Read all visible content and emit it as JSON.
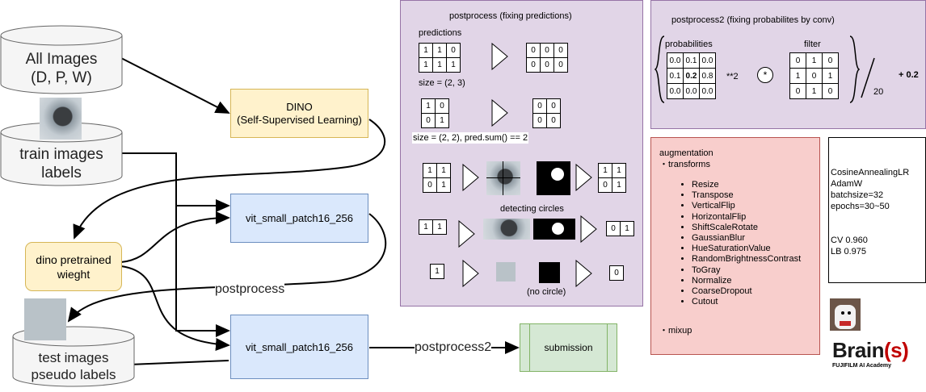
{
  "left": {
    "all_images": "All Images\n(D, P, W)",
    "all_images_l1": "All Images",
    "all_images_l2": "(D, P, W)",
    "train_l1": "train images",
    "train_l2": "labels",
    "test_l1": "test images",
    "test_l2": "pseudo labels",
    "dino_l1": "DINO",
    "dino_l2": "(Self-Supervised Learning)",
    "vit1": "vit_small_patch16_256",
    "vit2": "vit_small_patch16_256",
    "dinow_l1": "dino pretrained",
    "dinow_l2": "wieght",
    "postprocess": "postprocess",
    "postprocess2": "postprocess2",
    "submission": "submission"
  },
  "pp1": {
    "title": "postprocess (fixing predictions)",
    "predictions": "predictions",
    "g1_in": [
      [
        "1",
        "1",
        "0"
      ],
      [
        "1",
        "1",
        "1"
      ]
    ],
    "g1_out": [
      [
        "0",
        "0",
        "0"
      ],
      [
        "0",
        "0",
        "0"
      ]
    ],
    "size1": "size = (2, 3)",
    "g2_in": [
      [
        "1",
        "0"
      ],
      [
        "0",
        "1"
      ]
    ],
    "g2_out": [
      [
        "0",
        "0"
      ],
      [
        "0",
        "0"
      ]
    ],
    "size2": "size = (2, 2), pred.sum() == 2",
    "g3_in": [
      [
        "1",
        "1"
      ],
      [
        "0",
        "1"
      ]
    ],
    "g3_out": [
      [
        "1",
        "1"
      ],
      [
        "0",
        "1"
      ]
    ],
    "detecting": "detecting circles",
    "g4_in": [
      [
        "1",
        "1"
      ]
    ],
    "g4_out": [
      [
        "0",
        "1"
      ]
    ],
    "g5_in": [
      [
        "1"
      ]
    ],
    "g5_out": [
      [
        "0"
      ]
    ],
    "no_circle": "(no circle)"
  },
  "pp2": {
    "title": "postprocess2 (fixing probabilites by conv)",
    "probabilities": "probabilities",
    "filter": "filter",
    "prob": [
      [
        "0.0",
        "0.1",
        "0.0"
      ],
      [
        "0.1",
        "0.2",
        "0.8"
      ],
      [
        "0.0",
        "0.0",
        "0.0"
      ]
    ],
    "filt": [
      [
        "0",
        "1",
        "0"
      ],
      [
        "1",
        "0",
        "1"
      ],
      [
        "0",
        "1",
        "0"
      ]
    ],
    "pow": "**2",
    "star": "*",
    "div": "20",
    "plus": "+ 0.2"
  },
  "aug": {
    "title": "augmentation",
    "transforms": "・transforms",
    "items": [
      "Resize",
      "Transpose",
      "VerticalFlip",
      "HorizontalFlip",
      "ShiftScaleRotate",
      "GaussianBlur",
      "HueSaturationValue",
      "RandomBrightnessContrast",
      "ToGray",
      "Normalize",
      "CoarseDropout",
      "Cutout"
    ],
    "mixup": "・mixup"
  },
  "train": {
    "lines": [
      "CosineAnnealingLR",
      "AdamW",
      "batchsize=32",
      "epochs=30~50"
    ],
    "cv": "CV 0.960",
    "lb": "LB 0.975"
  },
  "logo": {
    "brain": "Brain(s)",
    "sub": "FUJIFILM AI Academy"
  },
  "colors": {
    "purple_fill": "#e1d5e7",
    "pink_fill": "#f8cecc",
    "yellow_fill": "#fff2cc",
    "blue_fill": "#dae8fc",
    "green_fill": "#d5e8d4",
    "logo_red": "#c00000"
  }
}
